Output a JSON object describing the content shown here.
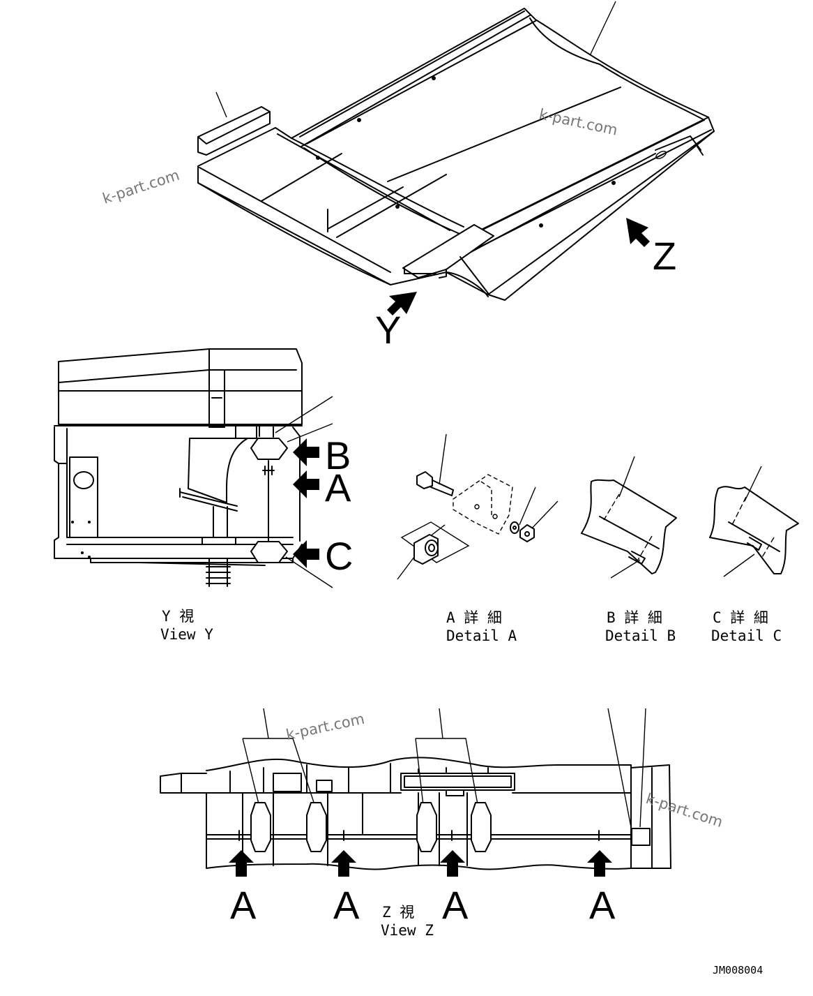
{
  "watermark": "k-part.com",
  "view_arrows": {
    "y": "Y",
    "z": "Z"
  },
  "detail_arrows": {
    "b": "B",
    "a": "A",
    "c": "C"
  },
  "captions": {
    "view_y_jp": "Y 視",
    "view_y_en": "View Y",
    "detail_a_jp": "A 詳 細",
    "detail_a_en": "Detail A",
    "detail_b_jp": "B 詳 細",
    "detail_b_en": "Detail B",
    "detail_c_jp": "C 詳 細",
    "detail_c_en": "Detail C",
    "view_z_jp": "Z 視",
    "view_z_en": "View Z"
  },
  "z_view_marks": [
    "A",
    "A",
    "A",
    "A"
  ],
  "drawing_code": "JM008004"
}
